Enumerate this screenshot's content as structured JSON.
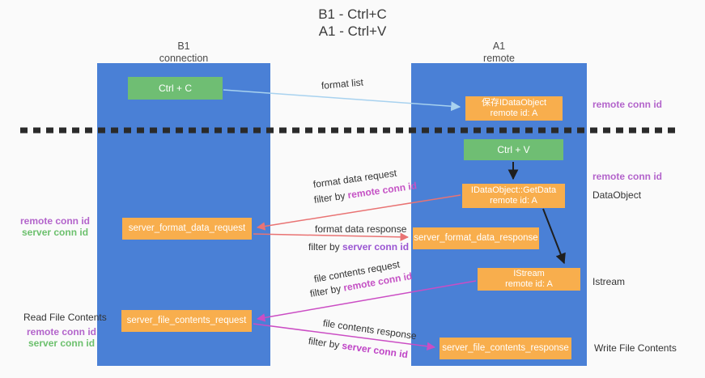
{
  "title": {
    "line1": "B1 - Ctrl+C",
    "line2": "A1 - Ctrl+V"
  },
  "lanes": {
    "left": {
      "title": "B1",
      "subtitle": "connection"
    },
    "right": {
      "title": "A1",
      "subtitle": "remote"
    }
  },
  "nodes": {
    "ctrl_c": {
      "label": "Ctrl + C"
    },
    "ctrl_v": {
      "label": "Ctrl + V"
    },
    "save_dataobject": {
      "line1": "保存IDataObject",
      "line2": "remote id: A"
    },
    "getdata": {
      "line1": "IDataObject::GetData",
      "line2": "remote id: A"
    },
    "istream": {
      "line1": "IStream",
      "line2": "remote id: A"
    },
    "server_format_data_request": {
      "label": "server_format_data_request"
    },
    "server_format_data_response": {
      "label": "server_format_data_response"
    },
    "server_file_contents_request": {
      "label": "server_file_contents_request"
    },
    "server_file_contents_response": {
      "label": "server_file_contents_response"
    }
  },
  "edge_labels": {
    "format_list": "format list",
    "format_data_request": "format data request",
    "format_data_request_filter": {
      "prefix": "filter by ",
      "key": "remote conn id"
    },
    "format_data_response": "format data response",
    "format_data_response_filter": {
      "prefix": "filter by ",
      "key": "server conn id"
    },
    "file_contents_request": "file contents request",
    "file_contents_request_filter": {
      "prefix": "filter by ",
      "key": "remote conn id"
    },
    "file_contents_response": "file contents response",
    "file_contents_response_filter": {
      "prefix": "filter by ",
      "key": "server conn id"
    }
  },
  "annotations": {
    "remote_conn_id_top": "remote conn id",
    "remote_conn_id_mid": "remote conn id",
    "dataobject": "DataObject",
    "istream": "Istream",
    "write_file_contents": "Write File Contents",
    "read_file_contents": "Read File Contents",
    "left_mid_remote": "remote conn id",
    "left_mid_server": "server conn id",
    "left_bottom_remote": "remote conn id",
    "left_bottom_server": "server conn id"
  },
  "colors": {
    "lane_blue": "#4a80d6",
    "node_green": "#6fbe73",
    "node_orange": "#f8ae4d",
    "arrow_light_blue": "#a8d2ef",
    "arrow_salmon": "#e97373",
    "arrow_magenta": "#cb4dc4",
    "arrow_black": "#1f1f1f",
    "dashed_divider": "#2a2a2a",
    "label_purple": "#b364cb",
    "label_green": "#6cc06d",
    "label_magenta": "#c553c5",
    "label_violet": "#9a55d2"
  }
}
